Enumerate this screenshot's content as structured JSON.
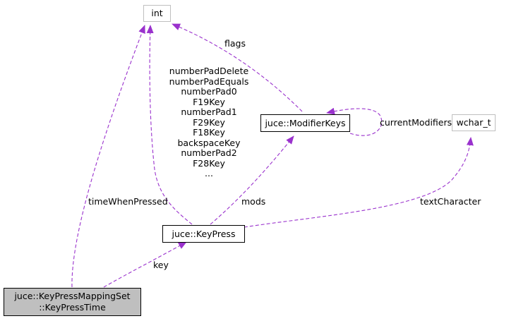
{
  "colors": {
    "edge": "#9a32cd",
    "node_border": "#000000",
    "external_border": "#bfbfbf",
    "focus_fill": "#bfbfbf"
  },
  "nodes": {
    "int": "int",
    "wchar_t": "wchar_t",
    "modifier_keys": "juce::ModifierKeys",
    "key_press": "juce::KeyPress",
    "mapping_time_line1": "juce::KeyPressMappingSet",
    "mapping_time_line2": "::KeyPressTime"
  },
  "edge_labels": {
    "flags": "flags",
    "current_modifiers": "currentModifiers",
    "mods": "mods",
    "text_character": "textCharacter",
    "time_when_pressed": "timeWhenPressed",
    "key": "key",
    "key_codes": [
      "numberPadDelete",
      "numberPadEquals",
      "numberPad0",
      "F19Key",
      "numberPad1",
      "F29Key",
      "F18Key",
      "backspaceKey",
      "numberPad2",
      "F28Key",
      "..."
    ]
  }
}
